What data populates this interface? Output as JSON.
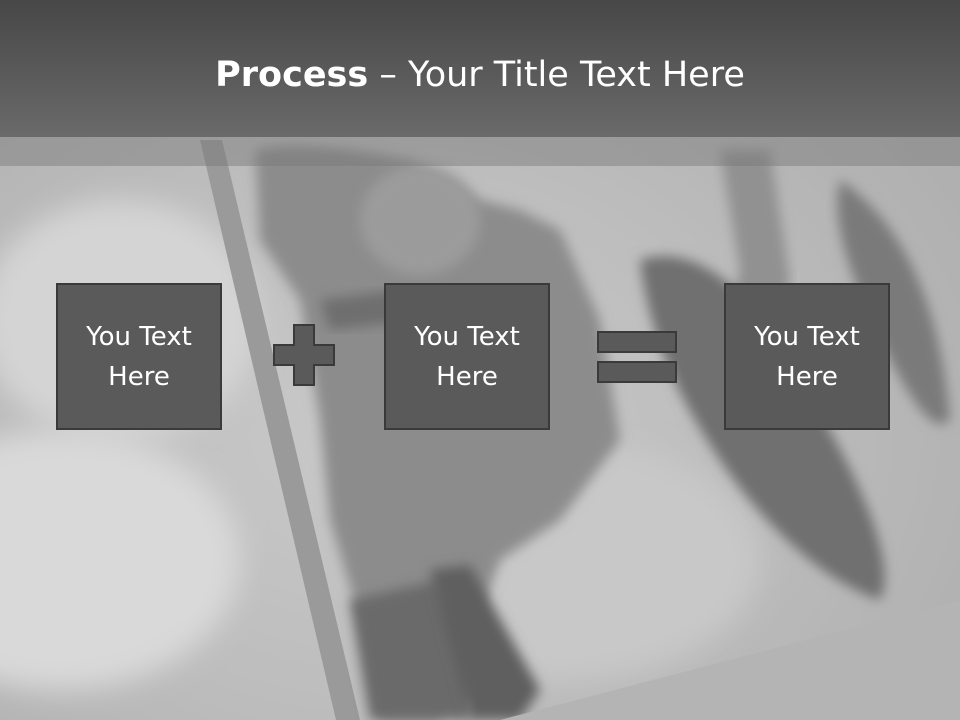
{
  "title": {
    "bold": "Process",
    "rest": " – Your Title Text Here"
  },
  "steps": [
    {
      "text": "You Text\nHere"
    },
    {
      "text": "You Text\nHere"
    },
    {
      "text": "You Text\nHere"
    }
  ],
  "operators": [
    {
      "icon": "plus-icon"
    },
    {
      "icon": "equals-icon"
    }
  ],
  "colors": {
    "title_bar": "#555555",
    "box_fill": "#5a5a5a",
    "box_border": "#3a3a3a",
    "text": "#ffffff"
  }
}
